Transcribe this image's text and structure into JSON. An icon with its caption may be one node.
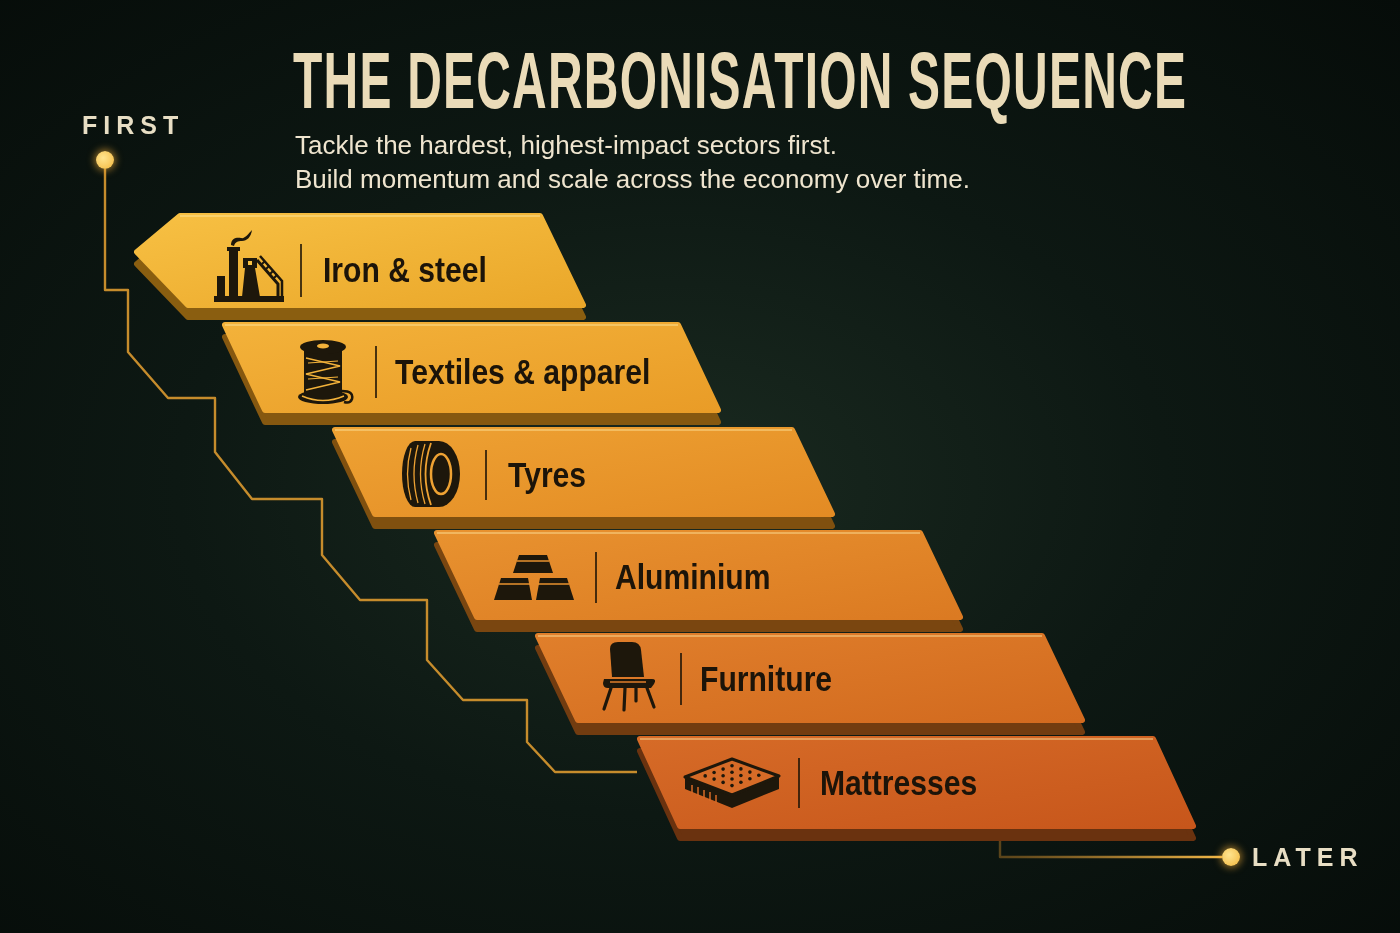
{
  "diagram": {
    "title": "THE DECARBONISATION SEQUENCE",
    "nodes": [
      {
        "text": [],
        "shape": "circle",
        "beside": [
          "FIRST"
        ]
      },
      {
        "text": [
          "Iron & steel"
        ]
      },
      {
        "text": [
          "Textiles & apparel"
        ]
      },
      {
        "text": [
          "Tyres"
        ]
      },
      {
        "text": [
          "Aluminium"
        ]
      },
      {
        "text": [
          "Furniture"
        ]
      },
      {
        "text": [
          "Mattresses"
        ]
      },
      {
        "text": [],
        "shape": "circle",
        "beside": [
          "LATER"
        ]
      }
    ],
    "edges": [
      {
        "from": 0,
        "to": 6,
        "arrow": "none"
      },
      {
        "from": 6,
        "to": 7,
        "arrow": "none"
      }
    ],
    "labels": [
      "Tackle the hardest, highest-impact sectors first.",
      "Build momentum and scale across the economy over time."
    ]
  }
}
